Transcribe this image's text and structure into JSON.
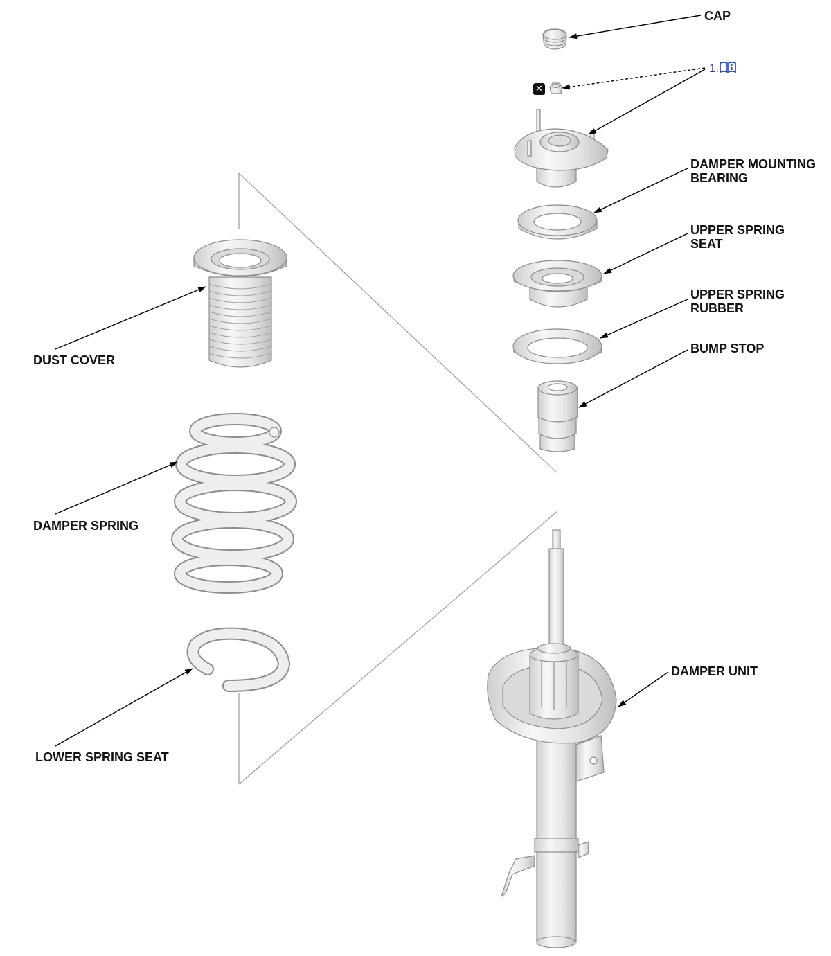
{
  "labels": {
    "cap": "CAP",
    "bearing": "DAMPER MOUNTING\nBEARING",
    "upper_seat": "UPPER SPRING\nSEAT",
    "upper_rubber": "UPPER SPRING\nRUBBER",
    "bump_stop": "BUMP STOP",
    "dust_cover": "DUST COVER",
    "damper_spring": "DAMPER SPRING",
    "lower_seat": "LOWER SPRING SEAT",
    "damper_unit": "DAMPER UNIT"
  },
  "reference_link": {
    "text": "1."
  },
  "replace_marker": "✕",
  "colors": {
    "part_fill": "#e9e9e9",
    "part_stroke": "#8c8c8c",
    "leader": "#000000",
    "link": "#1a3fd6"
  },
  "icons": {
    "reference": "book-info-icon",
    "replace": "replace-x-icon"
  }
}
